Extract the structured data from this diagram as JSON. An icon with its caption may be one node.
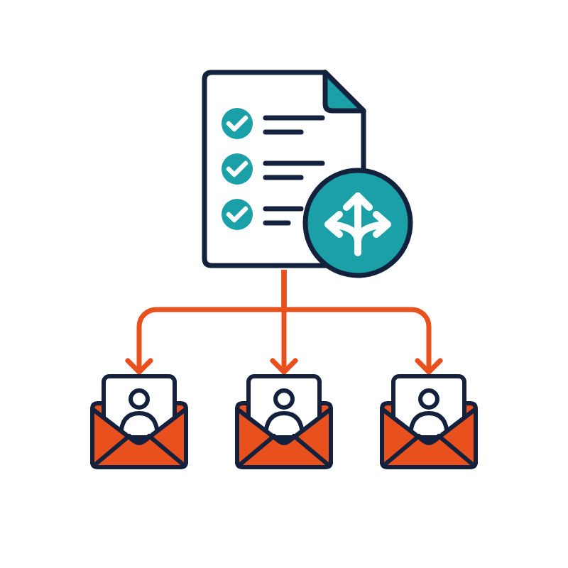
{
  "diagram": {
    "nodes": [
      {
        "text": [],
        "shape": "picture"
      },
      {
        "text": [],
        "shape": "picture"
      },
      {
        "text": [],
        "shape": "picture"
      },
      {
        "text": [],
        "shape": "picture"
      }
    ],
    "edges": [
      {
        "from": 0,
        "to": 1,
        "arrow": "to"
      },
      {
        "from": 0,
        "to": 2,
        "arrow": "to"
      },
      {
        "from": 0,
        "to": 3,
        "arrow": "to"
      }
    ]
  }
}
